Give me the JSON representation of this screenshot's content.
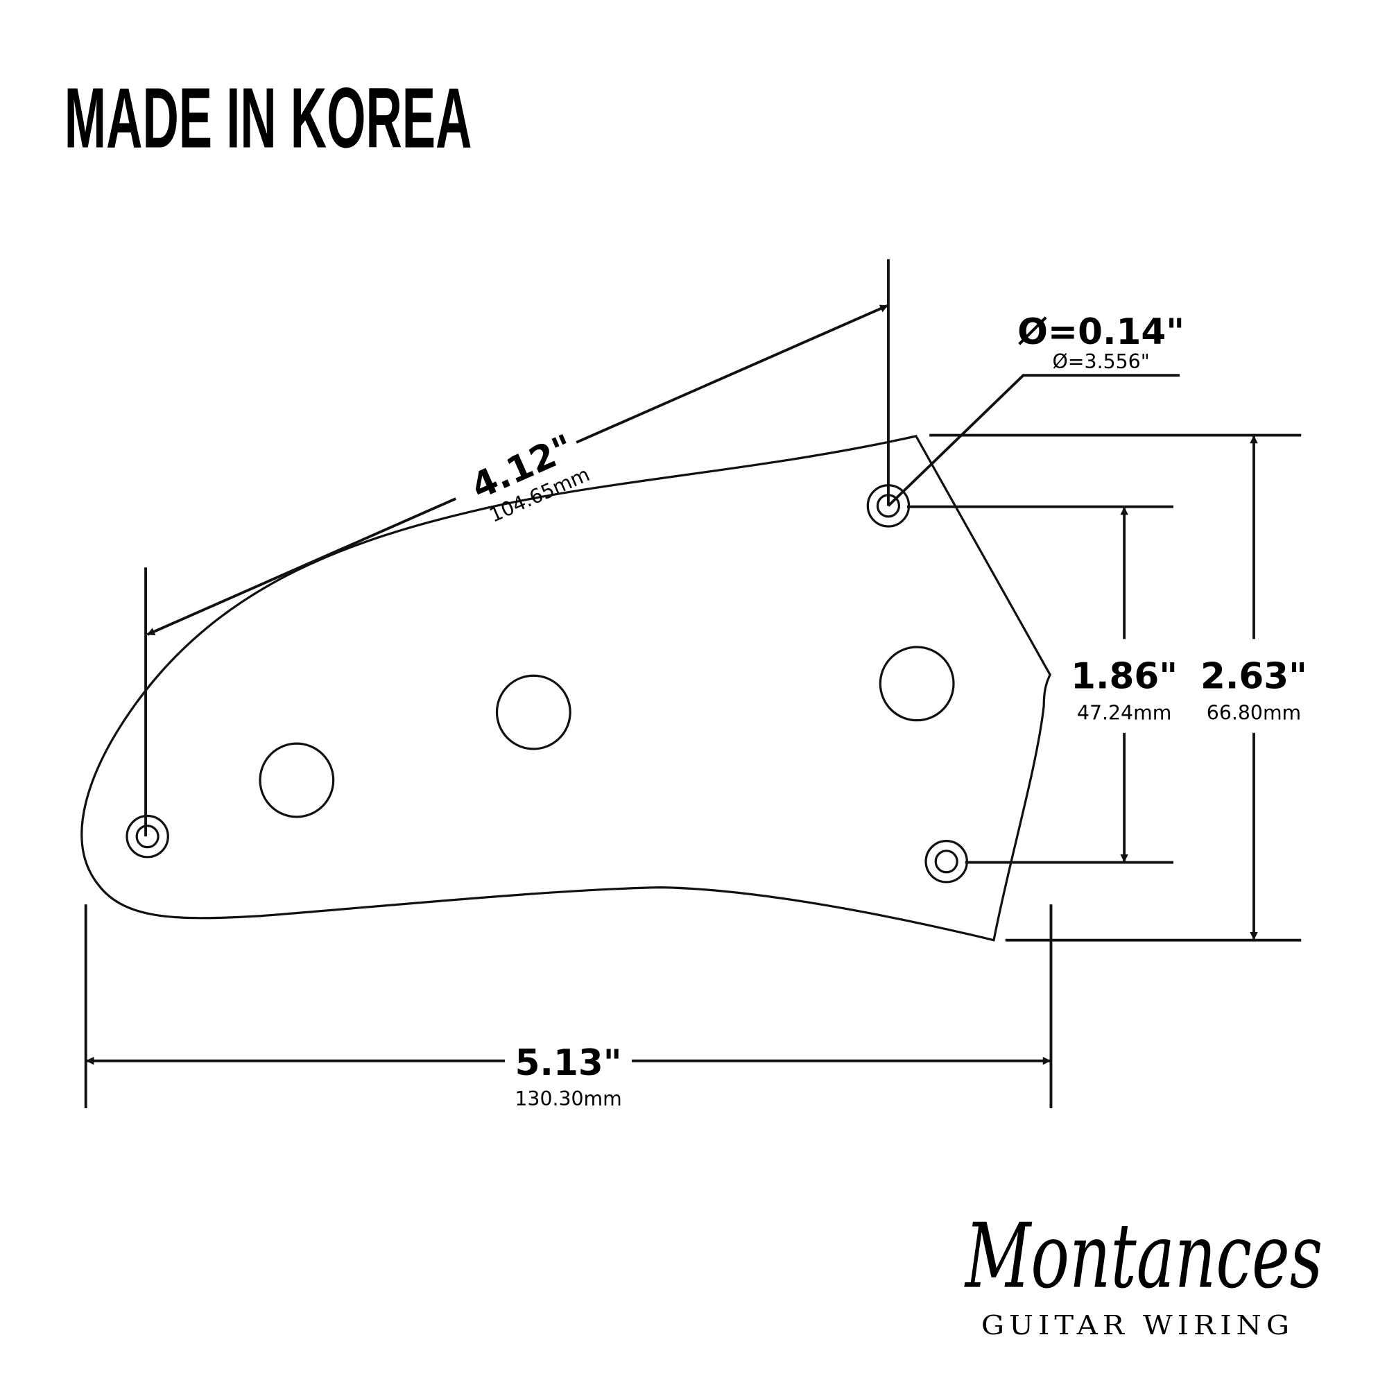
{
  "title": "MADE IN KOREA",
  "dimensions": {
    "diagonal": {
      "inches": "4.12\"",
      "mm": "104.65mm"
    },
    "hole_diameter": {
      "inches": "Ø=0.14\"",
      "mm": "Ø=3.556\""
    },
    "inner_height": {
      "inches": "1.86\"",
      "mm": "47.24mm"
    },
    "total_height": {
      "inches": "2.63\"",
      "mm": "66.80mm"
    },
    "width": {
      "inches": "5.13\"",
      "mm": "130.30mm"
    }
  },
  "logo": {
    "script": "Montances",
    "subtitle": "GUITAR WIRING"
  }
}
